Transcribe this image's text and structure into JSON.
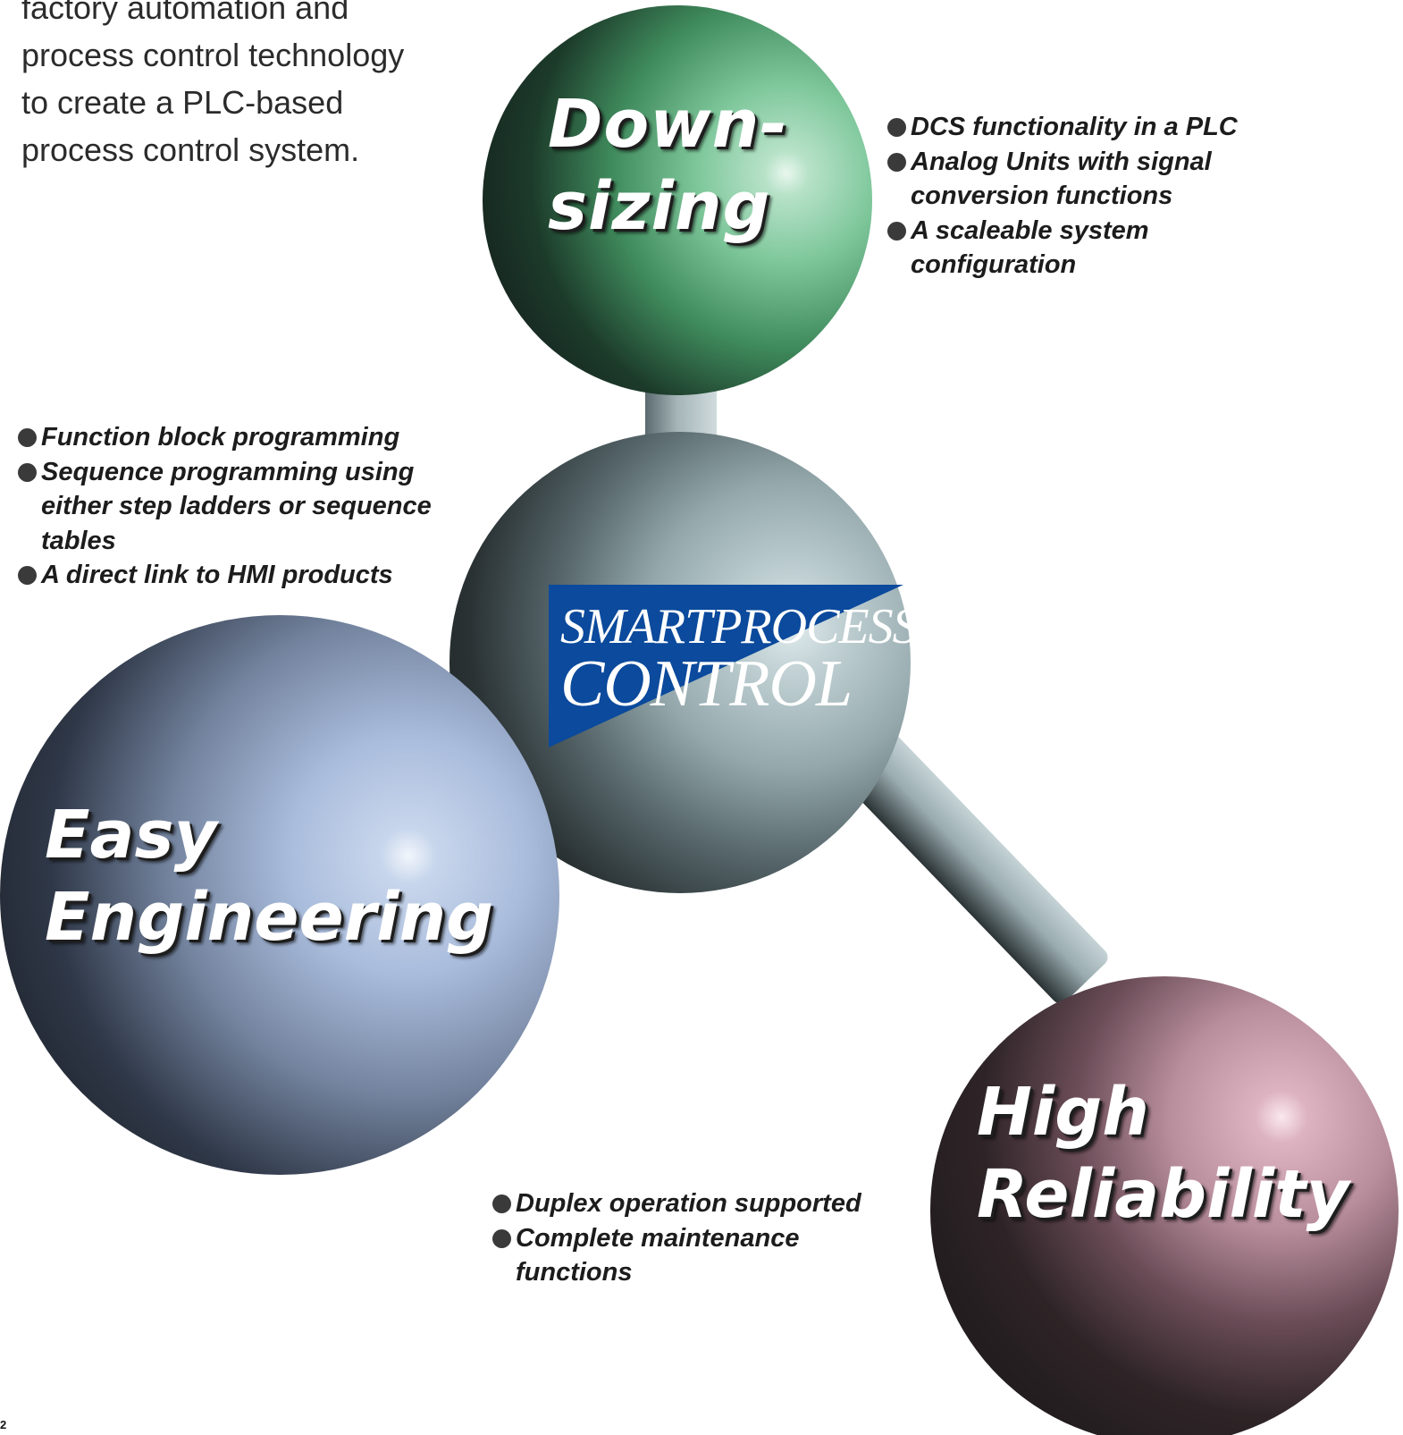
{
  "intro_text": "factory automation and\nprocess control technology\nto create a PLC-based\nprocess control system.",
  "logo": {
    "line1": "SMARTPROCESS",
    "line2": "CONTROL",
    "background_color": "#0b4a9c"
  },
  "spheres": {
    "downsizing": {
      "label": "Down-\nsizing",
      "color": "#55a97a",
      "bullets": [
        "DCS functionality in a PLC",
        "Analog Units with signal conversion functions",
        "A scaleable system configuration"
      ]
    },
    "easy_engineering": {
      "label": "Easy\nEngineering",
      "color": "#8fa4c8",
      "bullets": [
        "Function block programming",
        "Sequence programming using either step ladders or sequence tables",
        "A direct link to HMI products"
      ]
    },
    "high_reliability": {
      "label": "High\nReliability",
      "color": "#b78a9b",
      "bullets": [
        "Duplex operation supported",
        "Complete maintenance functions"
      ]
    },
    "center": {
      "color": "#9fb2b6"
    }
  },
  "page_number": "2"
}
